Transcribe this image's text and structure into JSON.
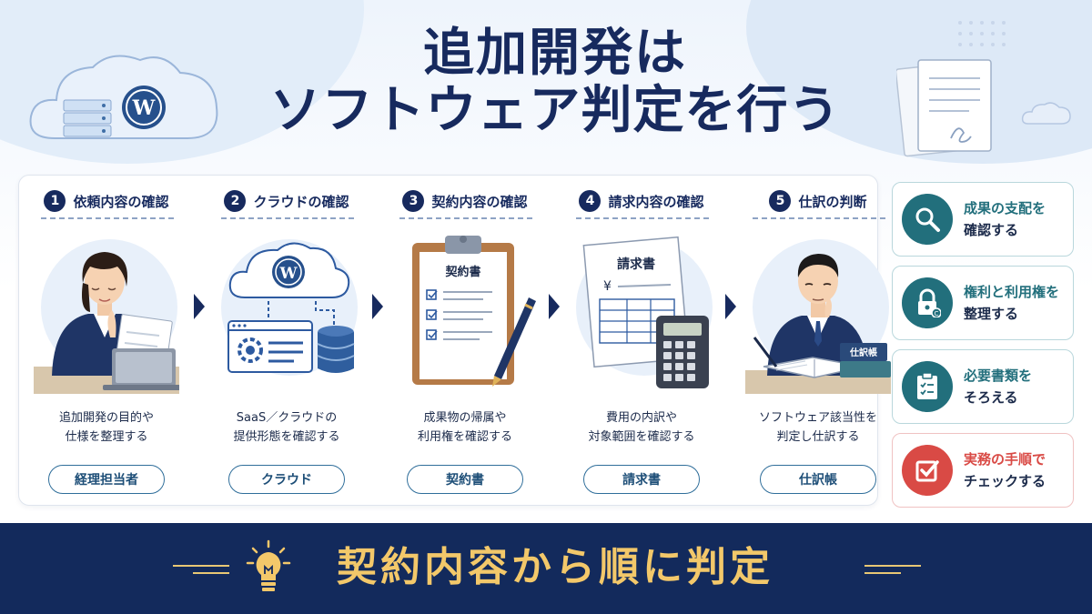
{
  "title": {
    "line1": "追加開発は",
    "line2": "ソフトウェア判定を行う"
  },
  "colors": {
    "navy": "#172a5e",
    "teal": "#226f7c",
    "red": "#d94a45",
    "gold": "#f3c86a"
  },
  "steps": [
    {
      "number": "1",
      "title": "依頼内容の確認",
      "desc_line1": "追加開発の目的や",
      "desc_line2": "仕様を整理する",
      "tag": "経理担当者",
      "icon": "woman-reading-icon"
    },
    {
      "number": "2",
      "title": "クラウドの確認",
      "desc_line1": "SaaS／クラウドの",
      "desc_line2": "提供形態を確認する",
      "tag": "クラウド",
      "icon": "cloud-server-icon"
    },
    {
      "number": "3",
      "title": "契約内容の確認",
      "desc_line1": "成果物の帰属や",
      "desc_line2": "利用権を確認する",
      "tag": "契約書",
      "icon": "clipboard-contract-icon",
      "doc_heading": "契約書"
    },
    {
      "number": "4",
      "title": "請求内容の確認",
      "desc_line1": "費用の内訳や",
      "desc_line2": "対象範囲を確認する",
      "tag": "請求書",
      "icon": "invoice-calculator-icon",
      "doc_heading": "請求書",
      "yen": "¥"
    },
    {
      "number": "5",
      "title": "仕訳の判断",
      "desc_line1": "ソフトウェア該当性を",
      "desc_line2": "判定し仕訳する",
      "tag": "仕訳帳",
      "icon": "man-journaling-icon",
      "book_label": "仕訳帳"
    }
  ],
  "side_items": [
    {
      "highlight": "成果の支配を",
      "rest": "確認する",
      "icon": "search-icon",
      "style": "teal"
    },
    {
      "highlight": "権利と利用権を",
      "rest": "整理する",
      "icon": "lock-icon",
      "style": "teal"
    },
    {
      "highlight": "必要書類を",
      "rest": "そろえる",
      "icon": "checklist-icon",
      "style": "teal"
    },
    {
      "highlight": "実務の手順で",
      "rest": "チェックする",
      "icon": "checkbox-icon",
      "style": "red"
    }
  ],
  "banner": {
    "text": "契約内容から順に判定",
    "icon": "lightbulb-icon"
  }
}
